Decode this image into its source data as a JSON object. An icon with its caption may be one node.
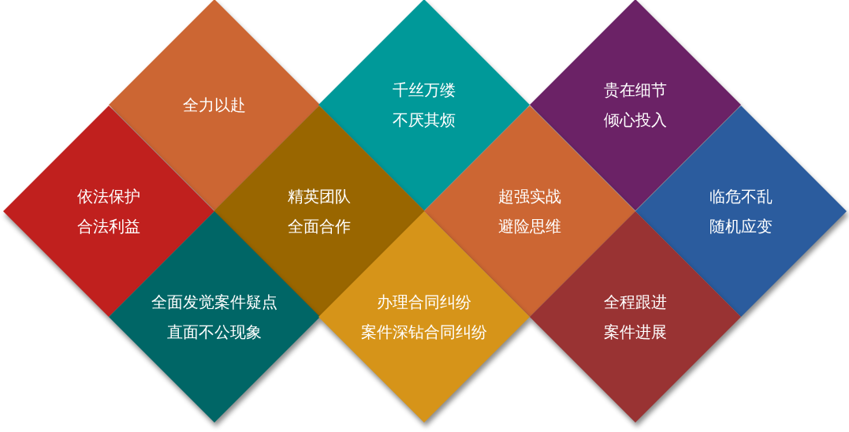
{
  "diagram": {
    "nodes": [
      {
        "text": [
          "全力以赴"
        ]
      },
      {
        "text": [
          "千丝万缕",
          "不厌其烦"
        ]
      },
      {
        "text": [
          "贵在细节",
          "倾心投入"
        ]
      },
      {
        "text": [
          "依法保护",
          "合法利益"
        ]
      },
      {
        "text": [
          "精英团队",
          "全面合作"
        ]
      },
      {
        "text": [
          "超强实战",
          "避险思维"
        ]
      },
      {
        "text": [
          "临危不乱",
          "随机应变"
        ]
      },
      {
        "text": [
          "全面发觉案件疑点",
          "直面不公现象"
        ]
      },
      {
        "text": [
          "办理合同纠纷",
          "案件深钻合同纠纷"
        ]
      },
      {
        "text": [
          "全程跟进",
          "案件进展"
        ]
      }
    ]
  }
}
